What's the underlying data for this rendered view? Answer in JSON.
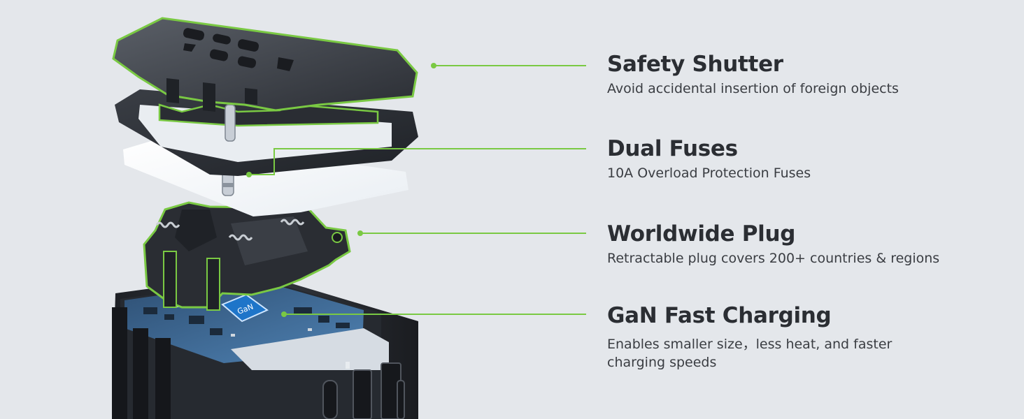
{
  "colors": {
    "background": "#e4e7eb",
    "accent_green": "#7ac943",
    "title_text": "#2b2e33",
    "desc_text": "#3a3d42",
    "device_black": "#2a2d33",
    "pcb_blue": "#3b6a96"
  },
  "features": [
    {
      "title": "Safety Shutter",
      "description": "Avoid accidental insertion of foreign objects"
    },
    {
      "title": "Dual Fuses",
      "description": "10A Overload Protection Fuses"
    },
    {
      "title": "Worldwide Plug",
      "description": "Retractable plug covers 200+ countries & regions"
    },
    {
      "title": "GaN Fast Charging",
      "description": "Enables smaller size，less heat, and faster charging speeds"
    }
  ],
  "illustration": {
    "chip_label": "GaN",
    "icons": [
      "shutter-layer",
      "fuse-layer",
      "plug-mechanism-layer",
      "gan-charger-body"
    ]
  }
}
